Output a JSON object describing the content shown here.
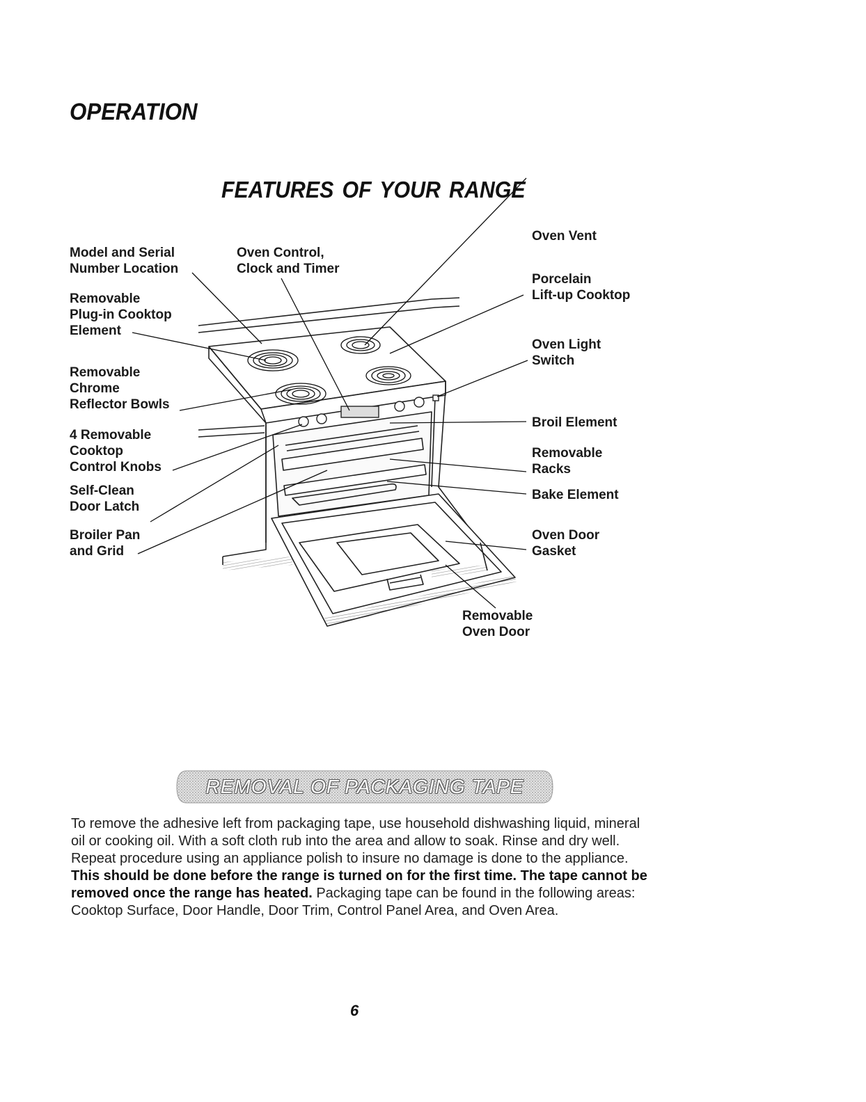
{
  "section_title": "OPERATION",
  "page_heading": "FEATURES OF YOUR RANGE",
  "callouts": {
    "model_serial": [
      "Model and Serial",
      "Number Location"
    ],
    "oven_control": [
      "Oven Control,",
      "Clock and Timer"
    ],
    "plug_in_element": [
      "Removable",
      "Plug-in Cooktop",
      "Element"
    ],
    "reflector_bowls": [
      "Removable",
      "Chrome",
      "Reflector Bowls"
    ],
    "control_knobs": [
      "4 Removable",
      "Cooktop",
      "Control Knobs"
    ],
    "door_latch": [
      "Self-Clean",
      "Door Latch"
    ],
    "broiler_pan": [
      "Broiler Pan",
      "and Grid"
    ],
    "oven_vent": [
      "Oven Vent"
    ],
    "cooktop": [
      "Porcelain",
      "Lift-up Cooktop"
    ],
    "light_switch": [
      "Oven Light",
      "Switch"
    ],
    "broil_element": [
      "Broil Element"
    ],
    "racks": [
      "Removable",
      "Racks"
    ],
    "bake_element": [
      "Bake Element"
    ],
    "door_gasket": [
      "Oven Door",
      "Gasket"
    ],
    "oven_door": [
      "Removable",
      "Oven Door"
    ]
  },
  "banner": {
    "label": "REMOVAL OF PACKAGING TAPE"
  },
  "body": {
    "intro": "To remove the adhesive left from packaging tape, use household dishwashing liquid, mineral oil or cooking oil. With a soft cloth rub into the area and allow to soak. Rinse and dry well. Repeat procedure using an appliance polish to insure no damage is done to the appliance.",
    "warning": "This should be done before the range is turned on for the first time. The tape cannot be removed once the range has heated.",
    "areas": "Packaging tape can be found in the following areas: Cooktop Surface, Door Handle, Door Trim, Control Panel Area, and Oven Area."
  },
  "page_number": "6"
}
